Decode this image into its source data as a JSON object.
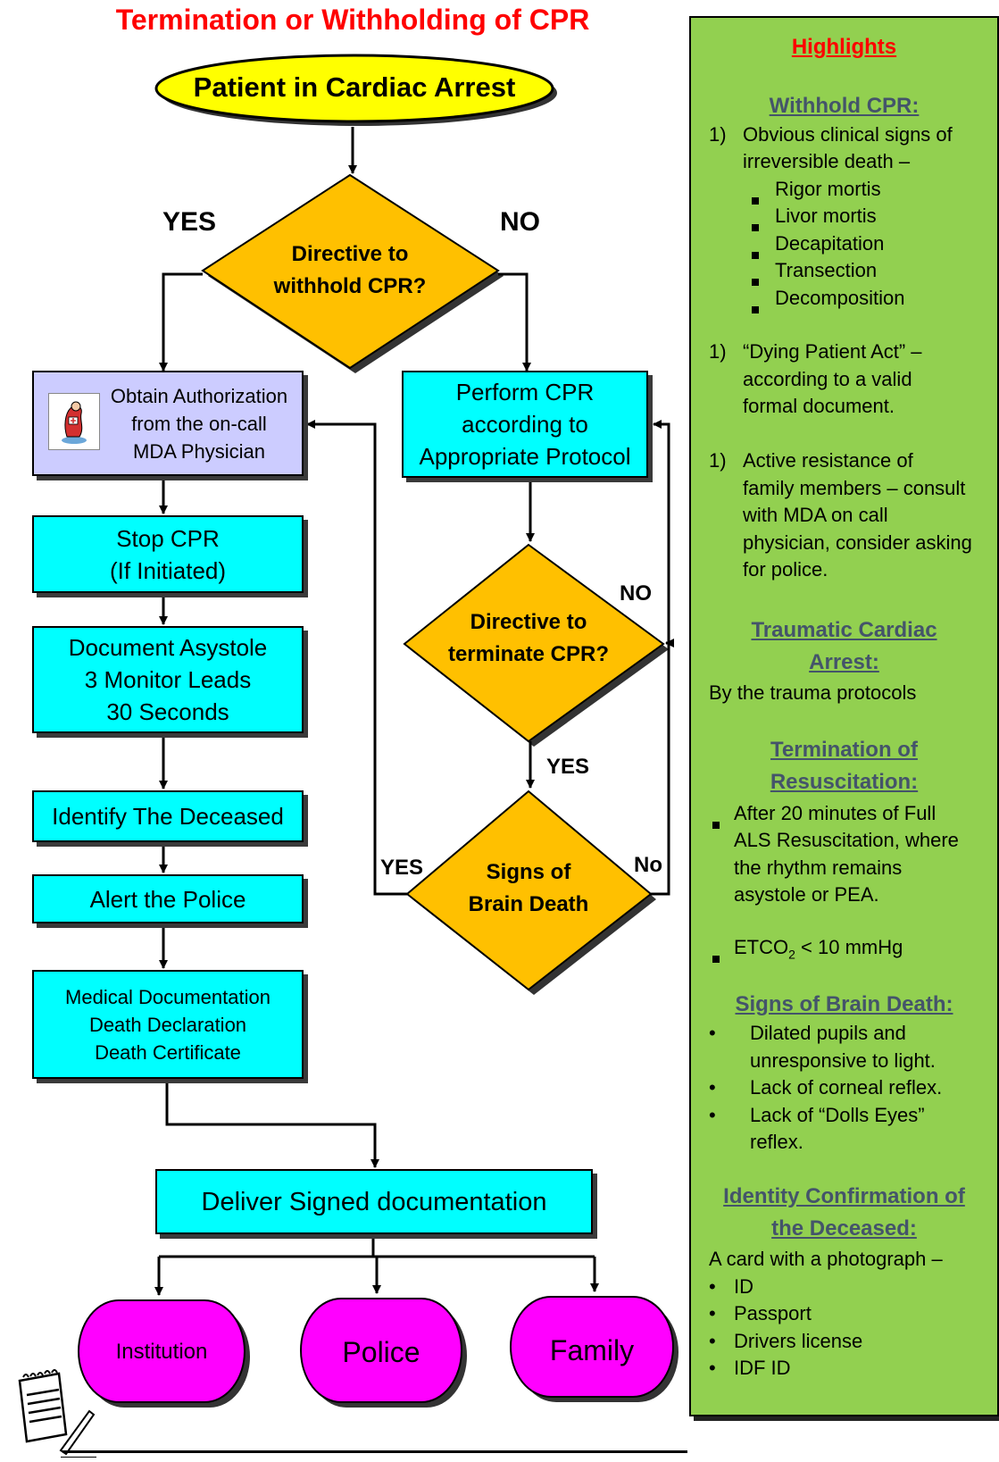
{
  "title": "Termination or Withholding of CPR",
  "start": "Patient in Cardiac Arrest",
  "labels": {
    "yes1": "YES",
    "no1": "NO",
    "no2": "NO",
    "yes2": "YES",
    "yes3": "YES",
    "no3": "No"
  },
  "decisions": {
    "withhold": "Directive to\nwithhold CPR?",
    "terminate": "Directive to\nterminate CPR?",
    "brain_death": "Signs of\nBrain Death"
  },
  "boxes": {
    "authorization": "Obtain Authorization\nfrom the on-call\nMDA Physician",
    "perform_cpr": "Perform CPR\naccording to\nAppropriate Protocol",
    "stop_cpr": "Stop CPR\n(If Initiated)",
    "asystole": "Document Asystole\n3 Monitor Leads\n30 Seconds",
    "identify": "Identify The Deceased",
    "alert_police": "Alert the Police",
    "medical_doc": "Medical Documentation\nDeath Declaration\nDeath Certificate",
    "deliver": "Deliver Signed documentation"
  },
  "outputs": {
    "institution": "Institution",
    "police": "Police",
    "family": "Family"
  },
  "highlights": {
    "title": "Highlights",
    "withhold_heading": "Withhold CPR:",
    "withhold_items": [
      {
        "marker": "1)",
        "lines": [
          "Obvious clinical signs of",
          "irreversible death –"
        ]
      },
      {
        "marker": "1)",
        "lines": [
          "“Dying Patient Act” –",
          "according to a valid",
          "formal document."
        ]
      },
      {
        "marker": "1)",
        "lines": [
          "Active resistance of",
          "family members – consult",
          "with MDA on call",
          "physician, consider asking",
          "for police."
        ]
      }
    ],
    "death_signs": [
      "Rigor mortis",
      "Livor mortis",
      "Decapitation",
      "Transection",
      "Decomposition"
    ],
    "traumatic_heading": "Traumatic Cardiac\nArrest:",
    "traumatic_text": "By the trauma protocols",
    "termination_heading": "Termination of\nResuscitation:",
    "termination_items": [
      [
        "After 20 minutes of Full",
        "ALS Resuscitation, where",
        "the rhythm remains",
        "asystole or PEA."
      ]
    ],
    "etco2_pre": "ETCO",
    "etco2_sub": "2",
    "etco2_post": " < 10 mmHg",
    "brain_heading": "Signs of Brain Death:",
    "brain_items": [
      [
        "Dilated pupils and",
        "unresponsive to light."
      ],
      [
        "Lack of corneal reflex."
      ],
      [
        "Lack of “Dolls Eyes”",
        "reflex."
      ]
    ],
    "identity_heading": "Identity Confirmation of\nthe Deceased:",
    "identity_text": "A card with a photograph –",
    "identity_items": [
      "ID",
      "Passport",
      "Drivers license",
      "IDF ID"
    ]
  },
  "colors": {
    "title_red": "#ff0000",
    "start_yellow": "#ffff00",
    "decision_orange": "#ffc000",
    "box_cyan": "#00ffff",
    "box_lavender": "#ccccff",
    "output_magenta": "#ff00ff",
    "panel_green": "#92d050",
    "heading_slate": "#44546a"
  },
  "icons": [
    "ambulance-physician-icon",
    "notepad-icon"
  ]
}
